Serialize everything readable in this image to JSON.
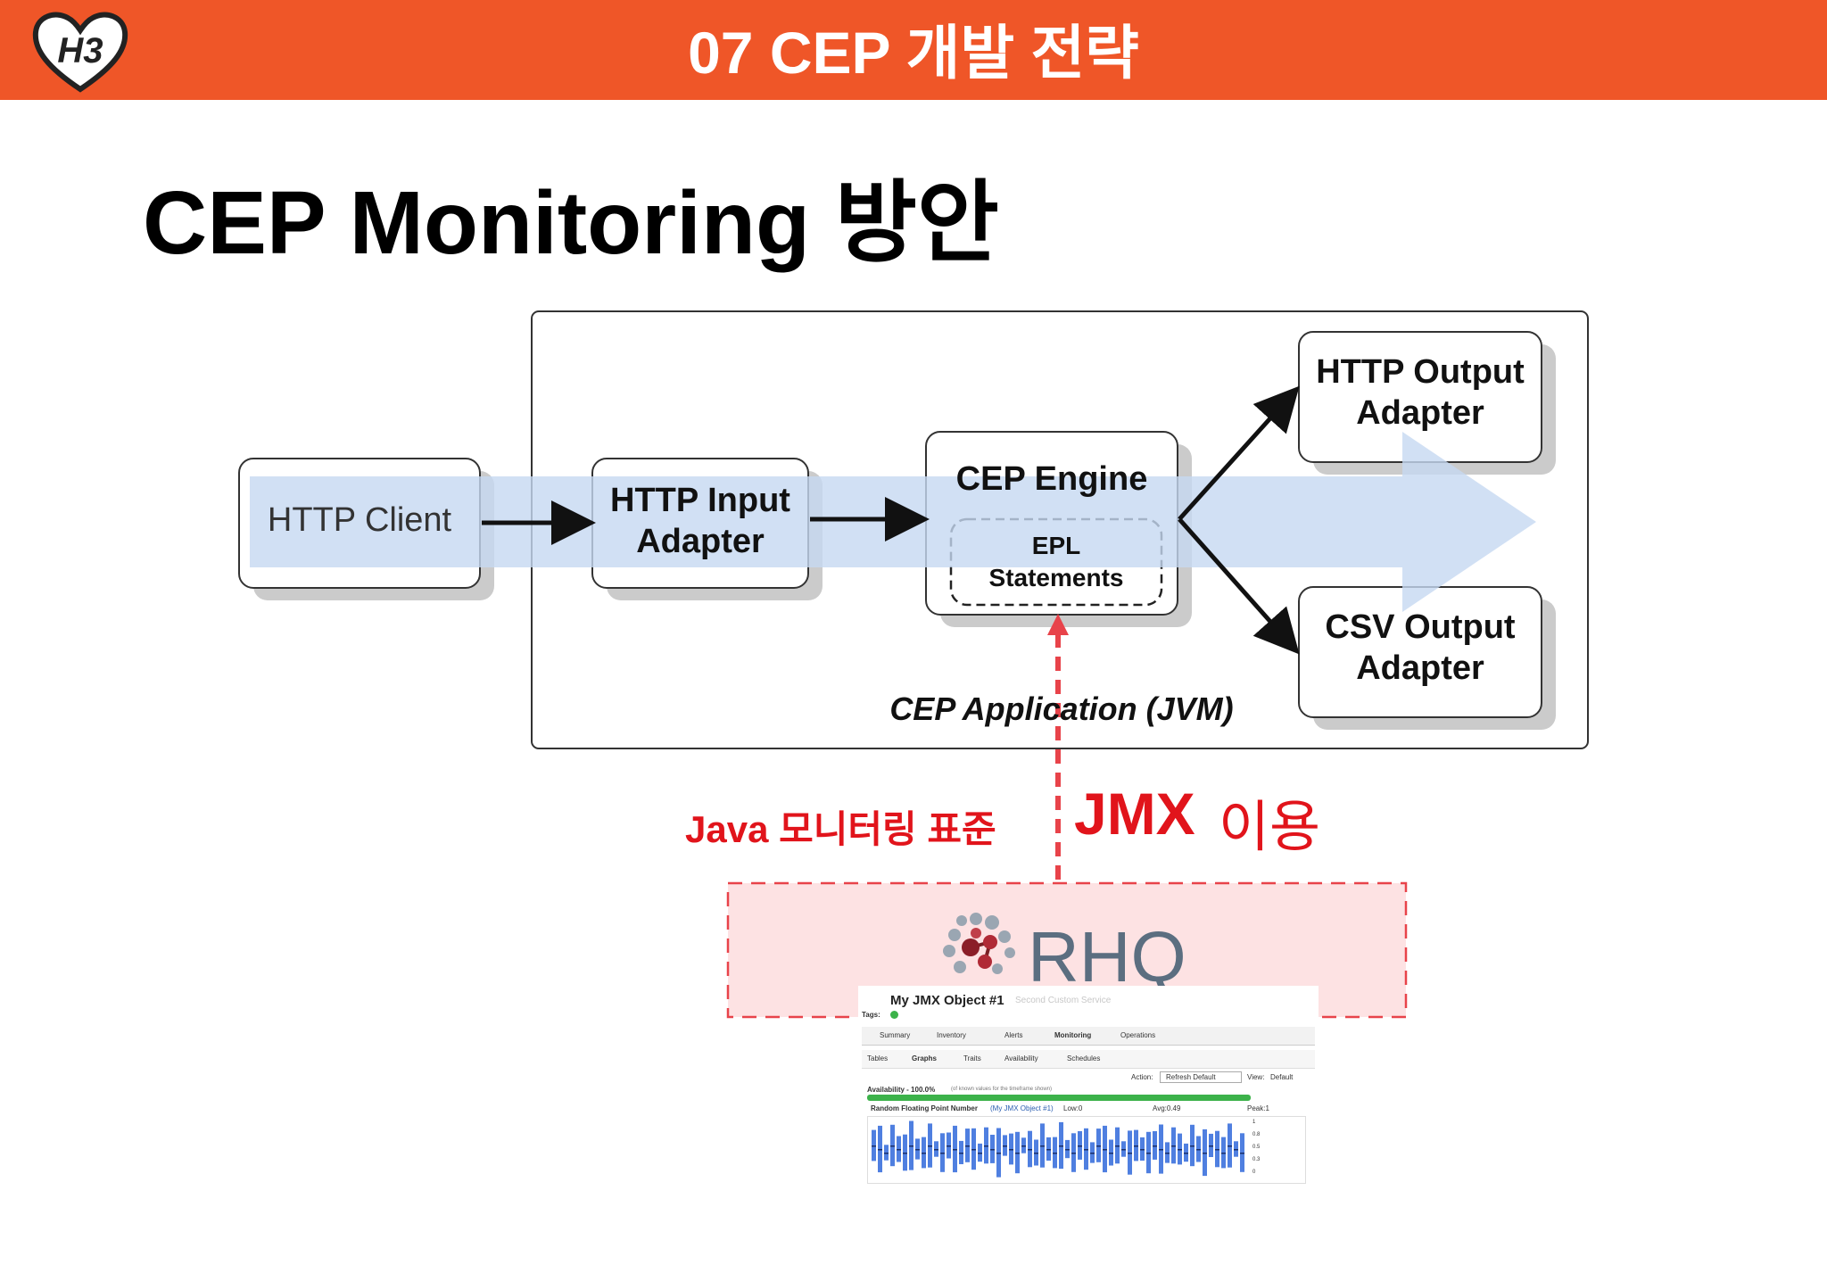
{
  "header": {
    "title": "07 CEP 개발 전략",
    "logo_text": "H3",
    "color": "#ef5628"
  },
  "slide": {
    "title": "CEP Monitoring 방안"
  },
  "diagram": {
    "client": "HTTP Client",
    "input_adapter": "HTTP Input\nAdapter",
    "engine": "CEP Engine",
    "epl": "EPL\nStatements",
    "http_output": "HTTP Output\nAdapter",
    "csv_output": "CSV Output\nAdapter",
    "app_label": "CEP Application (JVM)",
    "flow_color": "#c6d8f1"
  },
  "annotation": {
    "java_label": "Java 모니터링 표준",
    "jmx_bold": "JMX",
    "jmx_rest": "이용",
    "accent": "#e1141b"
  },
  "rhq": {
    "logo_text": "RHQ",
    "object_title": "My JMX Object #1",
    "object_subtitle": "Second Custom Service",
    "tags_label": "Tags:",
    "tabs": [
      "Summary",
      "Inventory",
      "Alerts",
      "Monitoring",
      "Operations"
    ],
    "subtabs": [
      "Tables",
      "Graphs",
      "Traits",
      "Availability",
      "Schedules"
    ],
    "action_label": "Action:",
    "action_value": "Refresh Default",
    "view_label": "View:",
    "view_value": "Default",
    "availability": "Availability - 100.0%",
    "availability_note": "(of known values for the timeframe shown)",
    "metric_name": "Random Floating Point Number",
    "metric_object": "(My JMX Object #1)",
    "low": "Low:0",
    "avg": "Avg:0.49",
    "peak": "Peak:1",
    "y_ticks": [
      "1",
      "0.8",
      "0.5",
      "0.3",
      "0"
    ],
    "bar_values": [
      0.6,
      0.9,
      0.3,
      0.8,
      0.5,
      0.7,
      0.95,
      0.4,
      0.6,
      0.85,
      0.3,
      0.75,
      0.5,
      0.9,
      0.45,
      0.65,
      0.8,
      0.35,
      0.7,
      0.55,
      0.95,
      0.4,
      0.6,
      0.8,
      0.3,
      0.7,
      0.5,
      0.85,
      0.45,
      0.6,
      0.9,
      0.35,
      0.75,
      0.55,
      0.8,
      0.4,
      0.65,
      0.9,
      0.5,
      0.7,
      0.3,
      0.85,
      0.6,
      0.45,
      0.8,
      0.55,
      0.95,
      0.4,
      0.7,
      0.6,
      0.35,
      0.8,
      0.5,
      0.9,
      0.45,
      0.7,
      0.6,
      0.85,
      0.3,
      0.75
    ]
  }
}
